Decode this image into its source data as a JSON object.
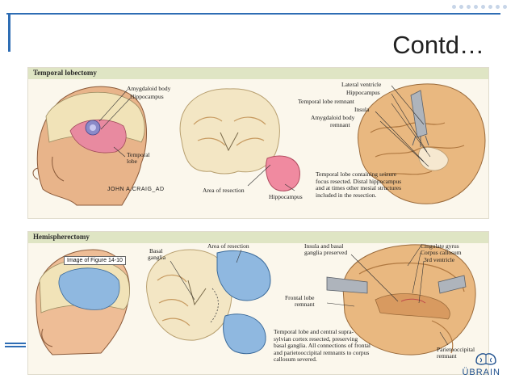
{
  "slide": {
    "title": "Contd…",
    "logo_text": "ÜBRAIN"
  },
  "icons": {
    "logo": "brain-logo-icon"
  },
  "panel_top": {
    "header": "Temporal lobectomy",
    "signature": "JOHN A.CRAIG_AD",
    "labels": {
      "amygdaloid_body": "Amygdaloid body",
      "hippocampus": "Hippocampus",
      "temporal_lobe_1": "Temporal",
      "temporal_lobe_2": "lobe",
      "area_of_resection": "Area of resection",
      "hippocampus_2": "Hippocampus",
      "lateral_ventricle": "Lateral ventricle",
      "hippocampus_3": "Hippocampus",
      "temporal_lobe_remnant": "Temporal lobe remnant",
      "insula": "Insula",
      "amygdaloid_body_2": "Amygdaloid body",
      "remnant": "remnant"
    },
    "caption": [
      "Temporal lobe containing seizure",
      "focus resected. Distal hippocampus",
      "and at times other mesial structures",
      "included in the resection."
    ]
  },
  "panel_bottom": {
    "header": "Hemispherectomy",
    "figure_tag": "Image of Figure 14-10",
    "labels": {
      "basal_1": "Basal",
      "basal_2": "ganglia",
      "area_of_resection": "Area of resection",
      "insula_basal_1": "Insula and basal",
      "insula_basal_2": "ganglia preserved",
      "cingulate_gyrus": "Cingulate gyrus",
      "corpus_callosum": "Corpus callosum",
      "third_ventricle": "3rd ventricle",
      "frontal_lobe_1": "Frontal lobe",
      "frontal_lobe_2": "remnant",
      "parietooccipital_1": "Parietooccipital",
      "parietooccipital_2": "remnant"
    },
    "caption": [
      "Temporal lobe and central supra-",
      "sylvian cortex resected, preserving",
      "basal ganglia. All connections of frontal",
      "and parietooccipital remnants to corpus",
      "callosum severed."
    ]
  }
}
